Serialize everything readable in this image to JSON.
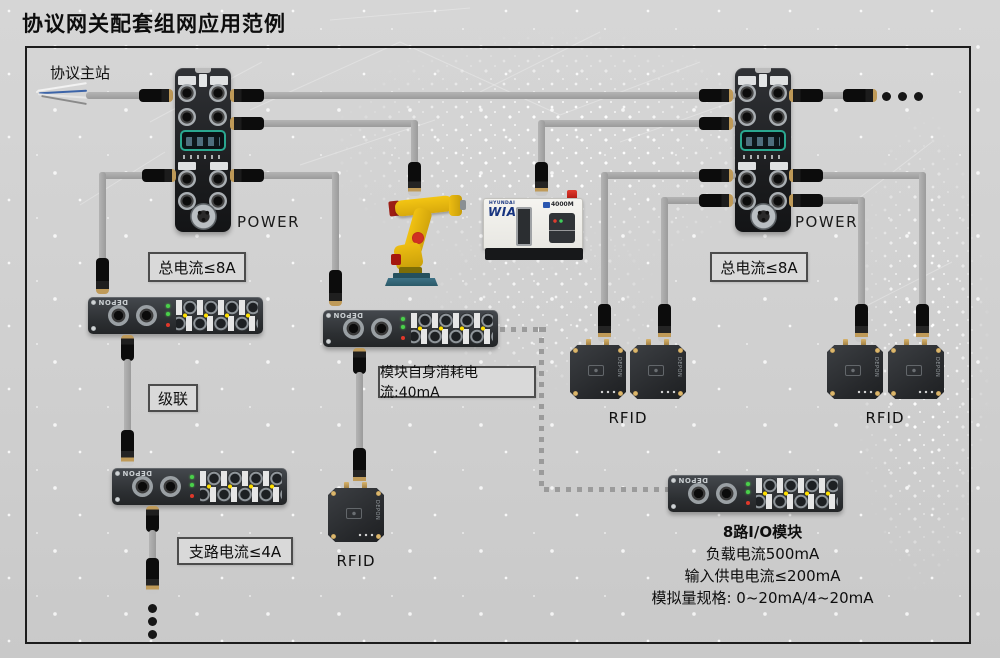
{
  "title": "协议网关配套组网应用范例",
  "labels": {
    "master_station": "协议主站",
    "power_left": "POWER",
    "power_right": "POWER",
    "total_current_left": "总电流≤8A",
    "total_current_right": "总电流≤8A",
    "cascade": "级联",
    "branch_current": "支路电流≤4A",
    "module_self_consumption": "模块自身消耗电流:40mA",
    "rfid_middle": "RFID",
    "rfid_group_left": "RFID",
    "rfid_group_right": "RFID"
  },
  "io8_module_info": {
    "title": "8路I/O模块",
    "load_current": "负载电流500mA",
    "input_supply_current": "输入供电电流≤200mA",
    "analog_spec": "模拟量规格: 0~20mA/4~20mA"
  },
  "devices": {
    "io_module_brand": "DEPON",
    "rfid_brand": "DEPON",
    "cnc_brand_top": "HYUNDAI",
    "cnc_brand": "WIA",
    "cnc_model": "4000M"
  },
  "colors": {
    "background": "#d3d3d3",
    "frame_border": "#1c1c1c",
    "cable": "#a7a7a7",
    "connector_black": "#141414",
    "connector_gold": "#bf9a58",
    "device_body": "#33363a",
    "display_accent": "#2aa78f",
    "robot_yellow": "#e9b90f",
    "robot_red": "#a5170f",
    "robot_base_teal": "#2f6a7c",
    "cnc_navy": "#16337f",
    "led_green": "#4ad14a",
    "led_yellow": "#ffd900",
    "led_red": "#e0382a"
  }
}
